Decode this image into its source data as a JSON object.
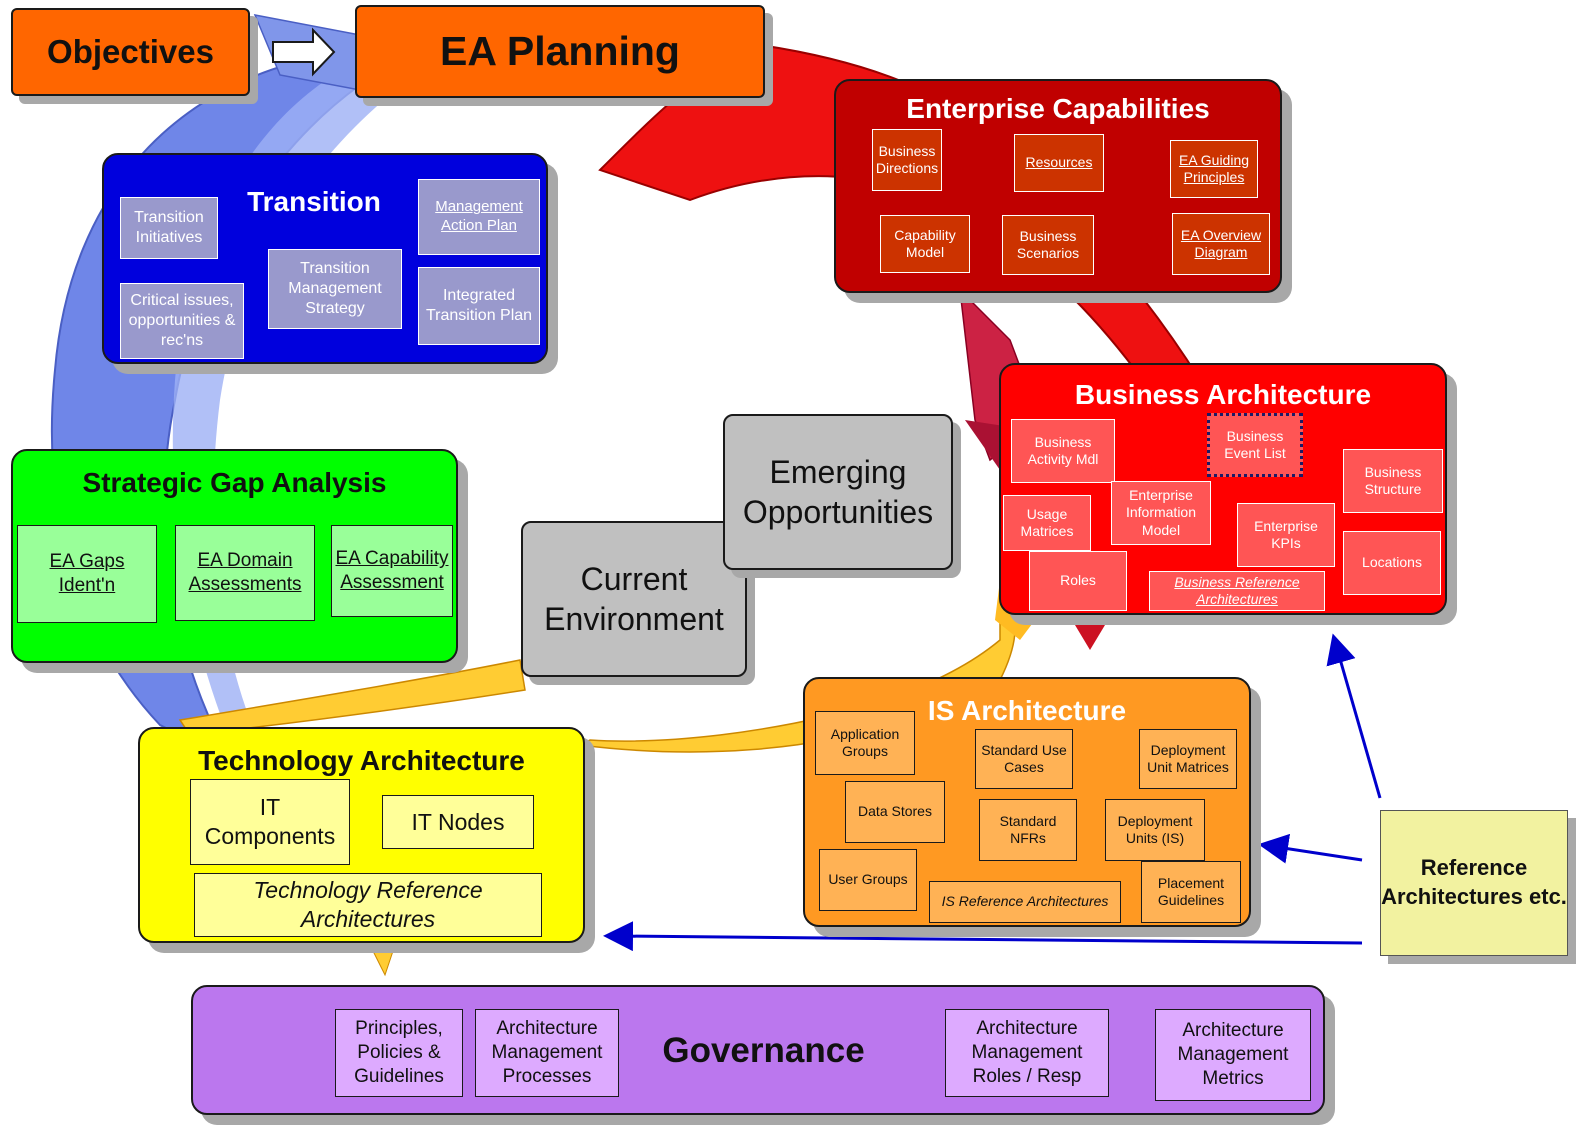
{
  "objectives": "Objectives",
  "ea_planning": "EA Planning",
  "enterprise_capabilities": {
    "title": "Enterprise Capabilities",
    "items": {
      "business_directions": "Business Directions",
      "resources": "Resources",
      "ea_guiding_principles": "EA Guiding Principles",
      "capability_model": "Capability Model",
      "business_scenarios": "Business Scenarios",
      "ea_overview_diagram": "EA Overview Diagram"
    }
  },
  "transition": {
    "title": "Transition",
    "items": {
      "transition_initiatives": "Transition Initiatives",
      "management_action_plan": "Management Action Plan",
      "transition_management_strategy": "Transition Management Strategy",
      "critical_issues": "Critical issues, opportunities & rec'ns",
      "integrated_transition_plan": "Integrated Transition Plan"
    }
  },
  "business_architecture": {
    "title": "Business Architecture",
    "items": {
      "business_activity_mdl": "Business Activity Mdl",
      "business_event_list": "Business Event List",
      "business_structure": "Business Structure",
      "usage_matrices": "Usage Matrices",
      "enterprise_information_model": "Enterprise Information Model",
      "enterprise_kpis": "Enterprise KPIs",
      "locations": "Locations",
      "roles": "Roles",
      "business_reference_architectures": "Business Reference Architectures"
    }
  },
  "strategic_gap_analysis": {
    "title": "Strategic Gap Analysis",
    "items": {
      "ea_gaps_identn": "EA Gaps Ident'n",
      "ea_domain_assessments": "EA Domain Assessments",
      "ea_capability_assessment": "EA Capability Assessment"
    }
  },
  "emerging_opportunities": "Emerging Opportunities",
  "current_environment": "Current Environment",
  "is_architecture": {
    "title": "IS Architecture",
    "items": {
      "application_groups": "Application Groups",
      "standard_use_cases": "Standard Use Cases",
      "deployment_unit_matrices": "Deployment Unit Matrices",
      "data_stores": "Data Stores",
      "standard_nfrs": "Standard NFRs",
      "deployment_units_is": "Deployment Units (IS)",
      "user_groups": "User Groups",
      "is_reference_architectures": "IS Reference Architectures",
      "placement_guidelines": "Placement Guidelines"
    }
  },
  "technology_architecture": {
    "title": "Technology Architecture",
    "items": {
      "it_components": "IT Components",
      "it_nodes": "IT Nodes",
      "technology_reference_architectures": "Technology Reference Architectures"
    }
  },
  "reference_architectures": "Reference Architectures etc.",
  "governance": {
    "title": "Governance",
    "items": {
      "principles_policies_guidelines": "Principles, Policies & Guidelines",
      "architecture_management_processes": "Architecture Management Processes",
      "architecture_management_roles": "Architecture Management Roles / Resp",
      "architecture_management_metrics": "Architecture Management Metrics"
    }
  },
  "colors": {
    "orange": "#ff6600",
    "enterprise_capabilities": "#c00000",
    "transition": "#0000dd",
    "business_architecture": "#ff0000",
    "strategic_gap_analysis": "#00ff00",
    "is_architecture": "#ff9922",
    "technology_architecture": "#ffff00",
    "governance": "#bb77ee",
    "reference": "#f2f2a0",
    "arrow": "#0000cc"
  }
}
